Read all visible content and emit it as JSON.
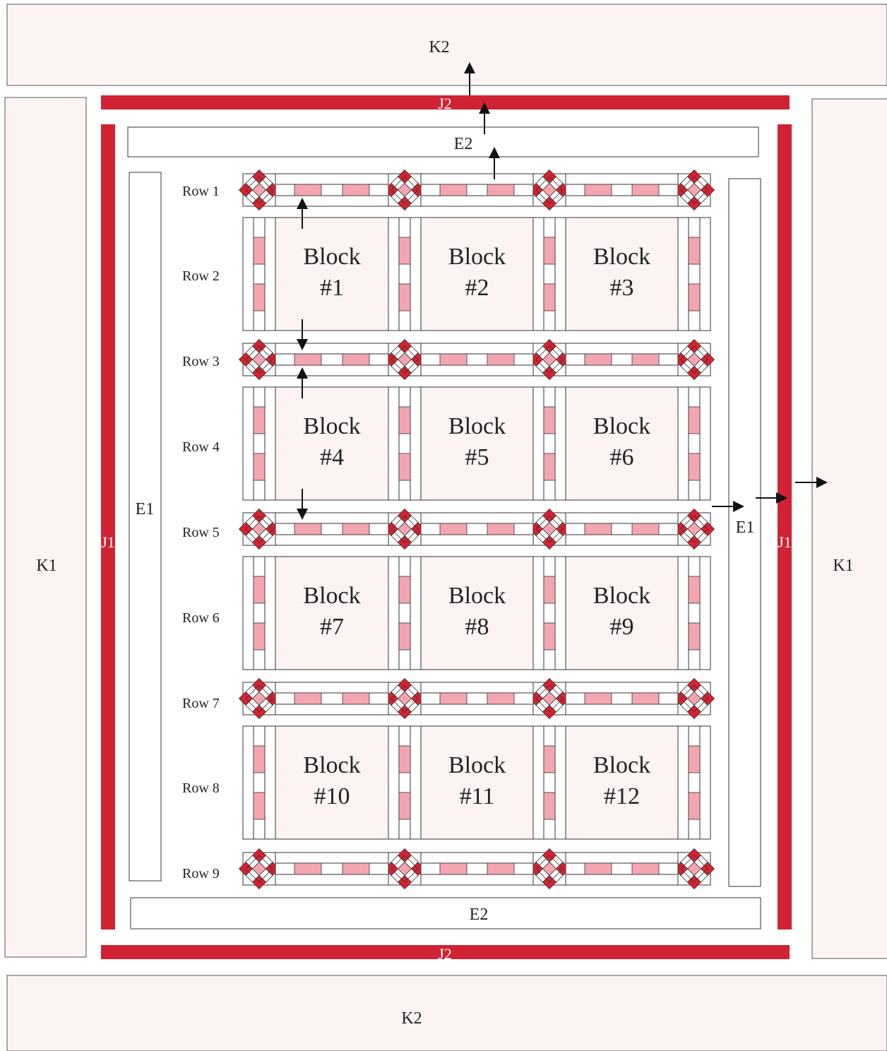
{
  "colors": {
    "background": "#fdf3f3",
    "binding_red": "#cf2232",
    "dark_red": "#d6212f",
    "light_pink": "#f4a6b0",
    "outline": "#333333",
    "white": "#ffffff",
    "arrow": "#111111"
  },
  "labels": {
    "k1_left": "K1",
    "k1_right": "K1",
    "k2_top": "K2",
    "k2_bottom": "K2",
    "j1_left": "J1",
    "j1_right": "J1",
    "j2_top": "J2",
    "j2_bottom": "J2",
    "e1_left": "E1",
    "e1_right": "E1",
    "e2_top": "E2",
    "e2_bottom": "E2"
  },
  "rows": [
    "Row 1",
    "Row 2",
    "Row 3",
    "Row 4",
    "Row 5",
    "Row 6",
    "Row 7",
    "Row 8",
    "Row 9"
  ],
  "blocks": [
    {
      "line1": "Block",
      "line2": "#1"
    },
    {
      "line1": "Block",
      "line2": "#2"
    },
    {
      "line1": "Block",
      "line2": "#3"
    },
    {
      "line1": "Block",
      "line2": "#4"
    },
    {
      "line1": "Block",
      "line2": "#5"
    },
    {
      "line1": "Block",
      "line2": "#6"
    },
    {
      "line1": "Block",
      "line2": "#7"
    },
    {
      "line1": "Block",
      "line2": "#8"
    },
    {
      "line1": "Block",
      "line2": "#9"
    },
    {
      "line1": "Block",
      "line2": "#10"
    },
    {
      "line1": "Block",
      "line2": "#11"
    },
    {
      "line1": "Block",
      "line2": "#12"
    }
  ]
}
